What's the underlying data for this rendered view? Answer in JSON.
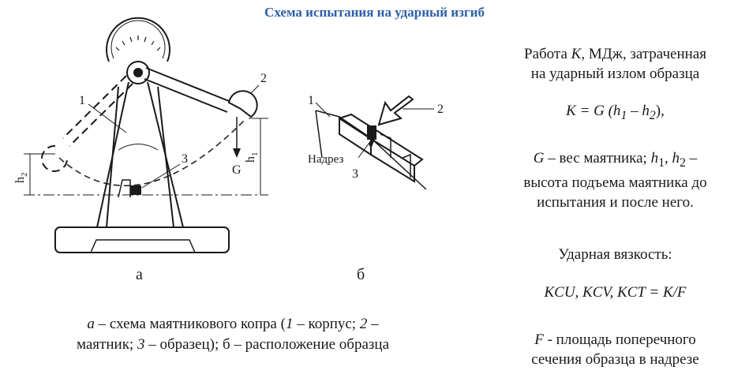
{
  "title": "Схема испытания на ударный изгиб",
  "diagram_a": {
    "label_1": "1",
    "label_2": "2",
    "label_3": "3",
    "label_g": "G",
    "label_h1": "h",
    "label_h1_sub": "1",
    "label_h2": "h",
    "label_h2_sub": "2",
    "sublabel": "а"
  },
  "diagram_b": {
    "label_1": "1",
    "label_2": "2",
    "label_3": "3",
    "notch_label": "Надрез",
    "sublabel": "б"
  },
  "caption": {
    "a_letter": "а",
    "part1": " – схема маятникового копра (",
    "n1": "1",
    "part2": " – корпус; ",
    "n2": "2",
    "part3": " –",
    "part4": "маятник; ",
    "n3": "3",
    "part5": " – образец); б – расположение образца"
  },
  "right_panel": {
    "work_line1_a": "Работа ",
    "work_line1_k": "K",
    "work_line1_b": ", МДж, затраченная",
    "work_line2": "на ударный излом образца",
    "formula_k": "K = G (h",
    "formula_sub1": "1",
    "formula_mid": " – h",
    "formula_sub2": "2",
    "formula_end": "),",
    "g_def_a": "G",
    "g_def_b": " – вес маятника; ",
    "g_def_h1": "h",
    "g_def_h1s": "1",
    "g_def_sep": ", ",
    "g_def_h2": "h",
    "g_def_h2s": "2",
    "g_def_c": " –",
    "g_def_line2": "высота подъема маятника до",
    "g_def_line3": "испытания и после него.",
    "impact_label": "Ударная вязкость:",
    "impact_formula": "KCU, KCV, KCT = K/F",
    "f_def_a": "F",
    "f_def_b": " - площадь поперечного",
    "f_def_line2": "сечения образца в надрезе"
  }
}
